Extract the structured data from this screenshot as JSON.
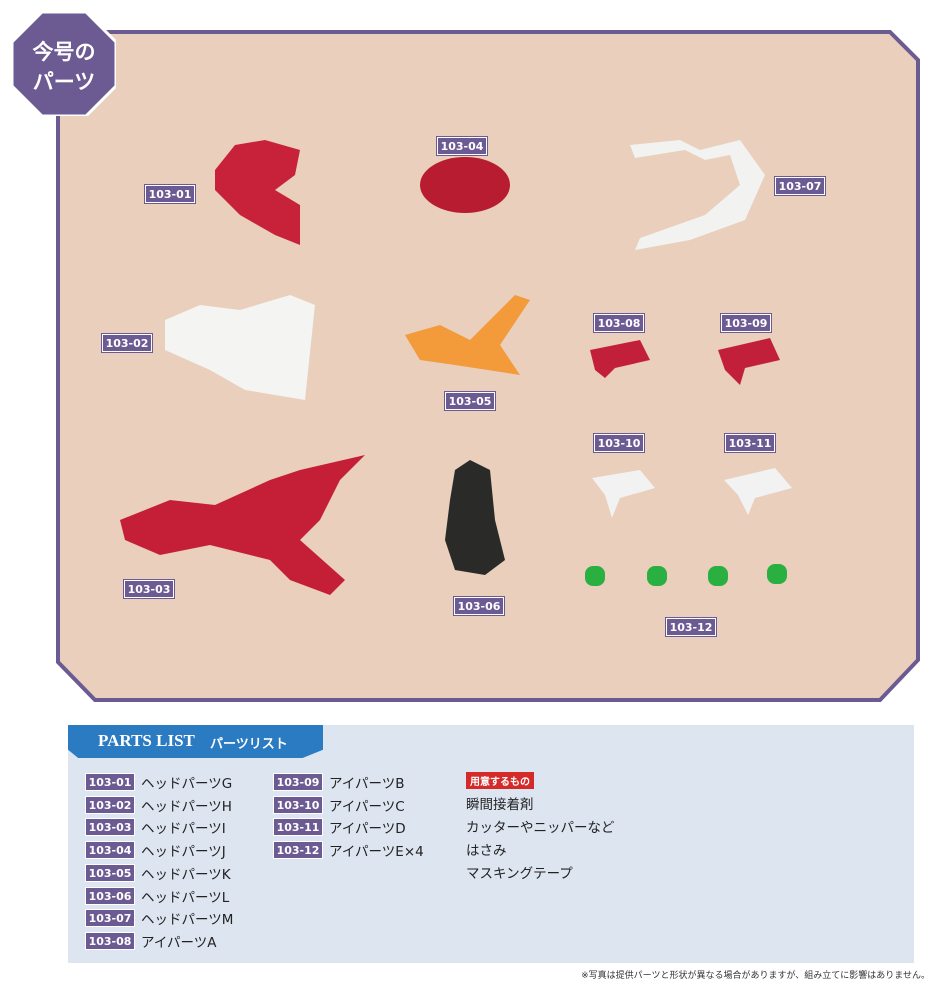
{
  "badge": {
    "line1": "今号の",
    "line2": "パーツ"
  },
  "photo_labels": [
    "103-01",
    "103-02",
    "103-03",
    "103-04",
    "103-05",
    "103-06",
    "103-07",
    "103-08",
    "103-09",
    "103-10",
    "103-11",
    "103-12"
  ],
  "parts_list": {
    "title_en": "PARTS LIST",
    "title_jp": "パーツリスト",
    "items": [
      {
        "code": "103-01",
        "name": "ヘッドパーツG"
      },
      {
        "code": "103-02",
        "name": "ヘッドパーツH"
      },
      {
        "code": "103-03",
        "name": "ヘッドパーツI"
      },
      {
        "code": "103-04",
        "name": "ヘッドパーツJ"
      },
      {
        "code": "103-05",
        "name": "ヘッドパーツK"
      },
      {
        "code": "103-06",
        "name": "ヘッドパーツL"
      },
      {
        "code": "103-07",
        "name": "ヘッドパーツM"
      },
      {
        "code": "103-08",
        "name": "アイパーツA"
      },
      {
        "code": "103-09",
        "name": "アイパーツB"
      },
      {
        "code": "103-10",
        "name": "アイパーツC"
      },
      {
        "code": "103-11",
        "name": "アイパーツD"
      },
      {
        "code": "103-12",
        "name": "アイパーツE×4"
      }
    ],
    "needed_label": "用意するもの",
    "needed": [
      "瞬間接着剤",
      "カッターやニッパーなど",
      "はさみ",
      "マスキングテープ"
    ]
  },
  "note": "※写真は提供パーツと形状が異なる場合がありますが、組み立てに影響はありません。"
}
